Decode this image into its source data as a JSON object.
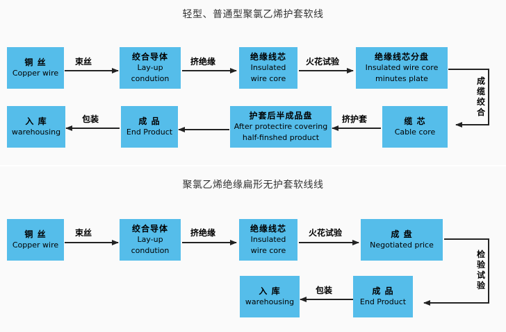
{
  "diagram1": {
    "title": "轻型、普通型聚氯乙烯护套软线",
    "boxes": {
      "copper_wire": {
        "zh": "铜  丝",
        "en": "Copper wire"
      },
      "stranded_conductor": {
        "zh": "绞合导体",
        "en1": "Lay-up",
        "en2": "condution"
      },
      "insulated_core": {
        "zh": "绝缘线芯",
        "en1": "Insulated",
        "en2": "wire core"
      },
      "core_tray": {
        "zh": "绝缘线芯分盘",
        "en1": "Insulated wire core",
        "en2": "minutes plate"
      },
      "cable_core": {
        "zh": "缆  芯",
        "en": "Cable core"
      },
      "semi_finished": {
        "zh": "护套后半成品盘",
        "en1": "After protectire covering",
        "en2": "half-finshed product"
      },
      "end_product": {
        "zh": "成  品",
        "en": "End Product"
      },
      "warehousing": {
        "zh": "入  库",
        "en": "warehousing"
      }
    },
    "labels": {
      "bundle": "束丝",
      "extrude_insulation": "挤绝缘",
      "spark_test": "火花试验",
      "cabling": "成缆绞合",
      "extrude_sheath": "挤护套",
      "packing": "包装"
    }
  },
  "diagram2": {
    "title": "聚氯乙烯绝缘扁形无护套软线线",
    "boxes": {
      "copper_wire": {
        "zh": "铜  丝",
        "en": "Copper wire"
      },
      "stranded_conductor": {
        "zh": "绞合导体",
        "en1": "Lay-up",
        "en2": "condution"
      },
      "insulated_core": {
        "zh": "绝缘线芯",
        "en1": "Insulated",
        "en2": "wire core"
      },
      "finished_tray": {
        "zh": "成  盘",
        "en": "Negotiated price"
      },
      "end_product": {
        "zh": "成  品",
        "en": "End Product"
      },
      "warehousing": {
        "zh": "入  库",
        "en": "warehousing"
      }
    },
    "labels": {
      "bundle": "束丝",
      "extrude_insulation": "挤绝缘",
      "spark_test": "火花试验",
      "inspection_test": "检验试验",
      "packing": "包装"
    }
  },
  "colors": {
    "box": "#55bdea",
    "arrow": "#222222"
  }
}
